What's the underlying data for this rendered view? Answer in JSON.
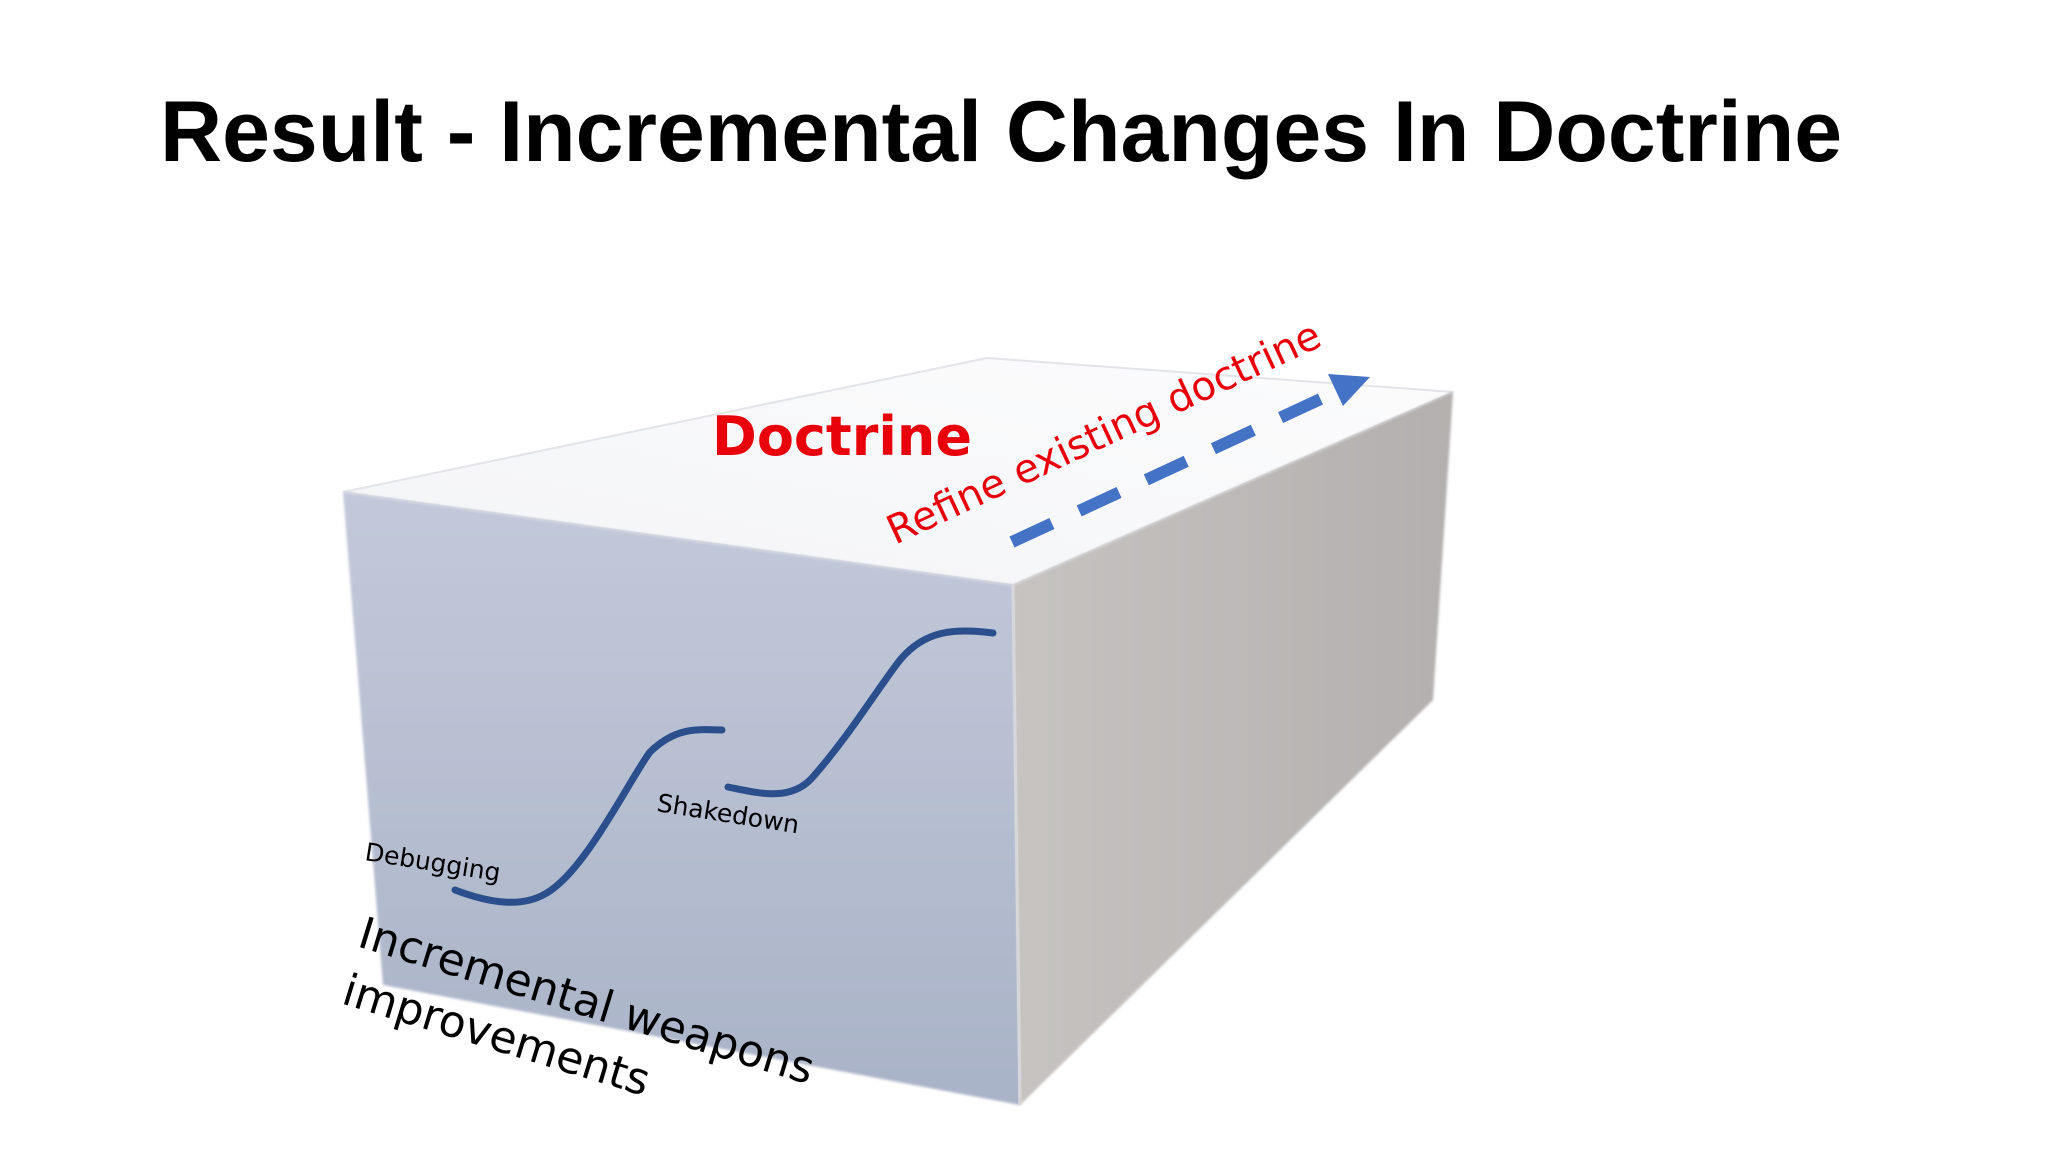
{
  "slide": {
    "title": "Result - Incremental Changes In Doctrine"
  },
  "diagram": {
    "top_face_label": "Doctrine",
    "arrow_label": "Refine existing doctrine",
    "curve_labels": {
      "first": "Debugging",
      "second": "Shakedown"
    },
    "bottom_label_lines": [
      "Incremental weapons",
      "improvements"
    ],
    "colors": {
      "top_face_label": "#e8000b",
      "arrow_label": "#e8000b",
      "arrow": "#4472c4",
      "curve": "#2b4e8c",
      "text": "#000000"
    }
  }
}
